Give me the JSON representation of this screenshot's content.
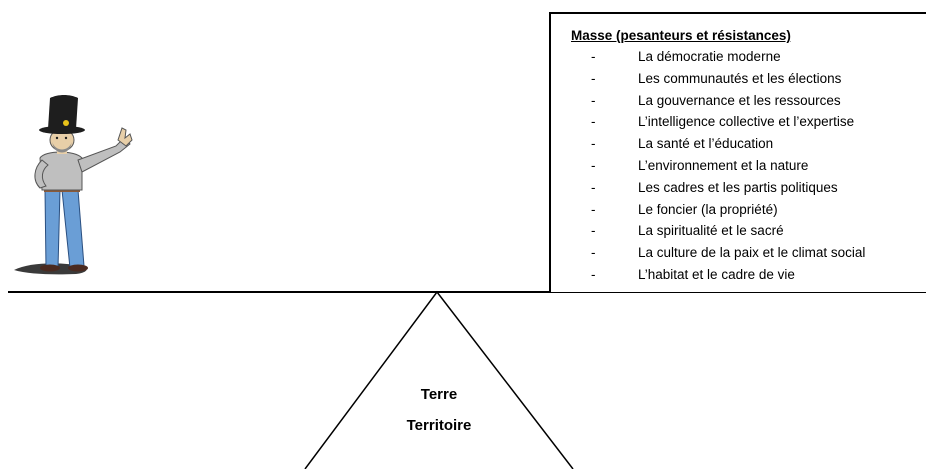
{
  "mass_panel": {
    "title": "Masse (pesanteurs et résistances)",
    "bullet": "-",
    "items": [
      "La démocratie moderne",
      "Les communautés et les élections",
      "La gouvernance et les ressources",
      "L’intelligence collective et l’expertise",
      "La santé et l’éducation",
      "L’environnement et la nature",
      "Les cadres et les partis politiques",
      "Le foncier (la propriété)",
      "La spiritualité et le sacré",
      "La culture de la paix et le climat social",
      "L’habitat et le cadre de vie"
    ]
  },
  "fulcrum": {
    "line1": "Terre",
    "line2": "Territoire"
  },
  "colors": {
    "line": "#000000",
    "hat": "#1e1e1e",
    "shirt": "#bfbfbf",
    "jeans": "#6a9ed6",
    "skin": "#e8cfa8",
    "hat_badge": "#e8c21a",
    "shadow": "#3a3a3a"
  }
}
